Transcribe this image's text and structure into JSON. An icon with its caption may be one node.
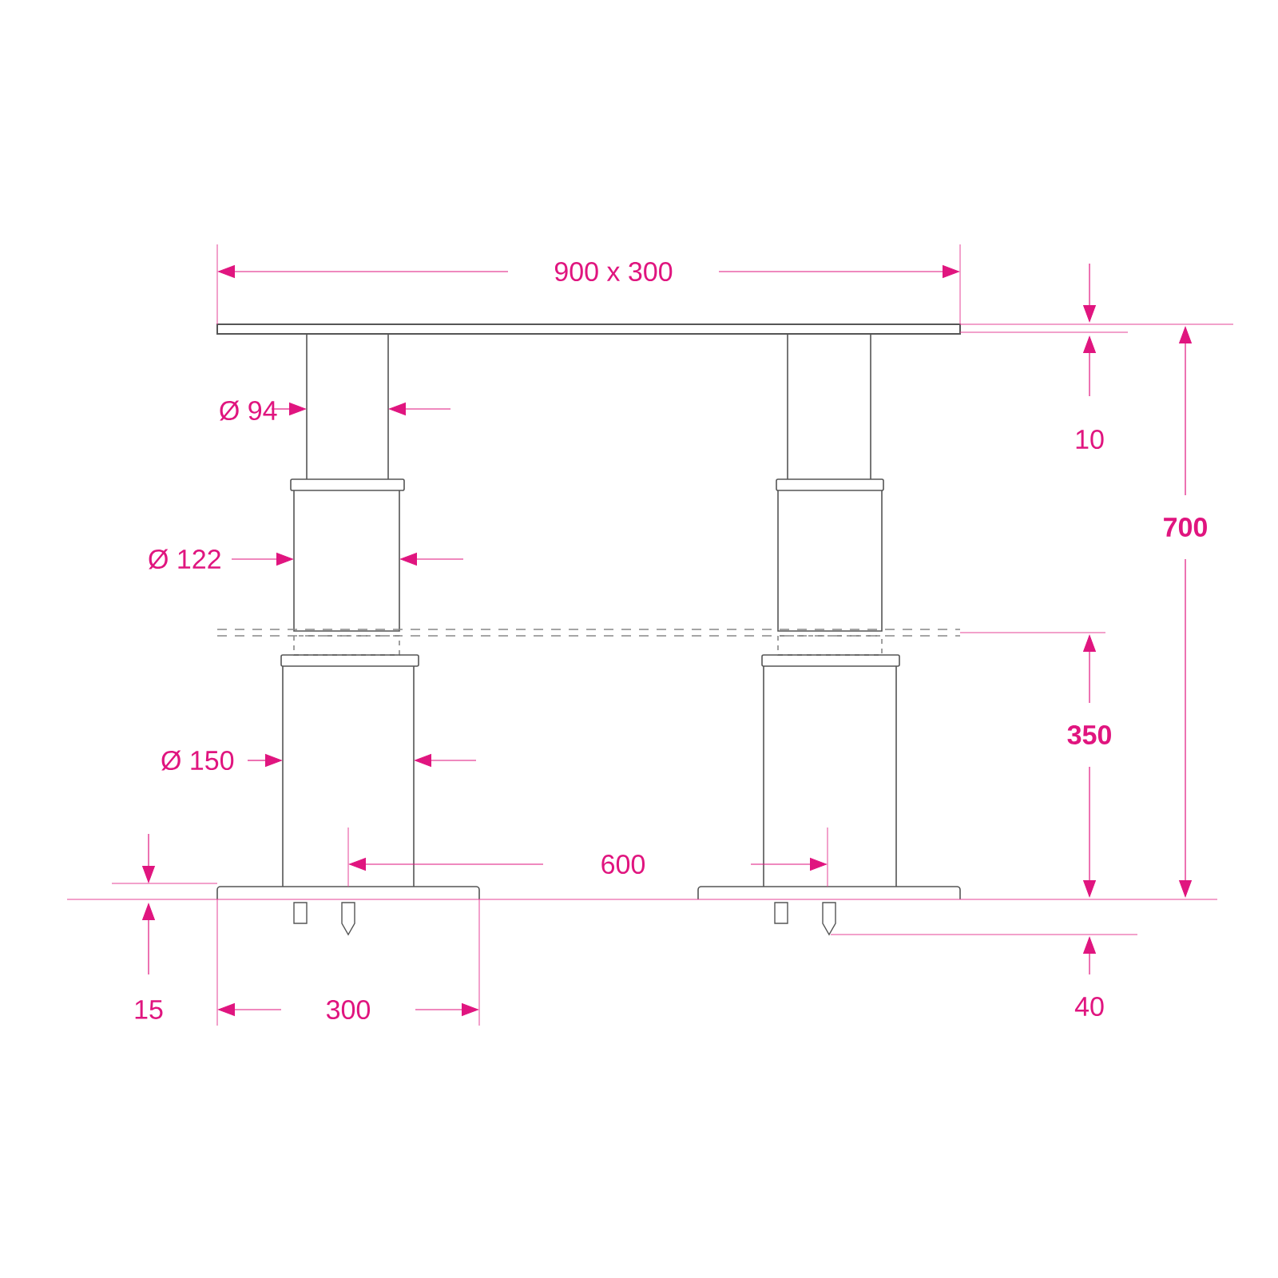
{
  "diagram": {
    "labels": [
      "900 x 300",
      "Ø 94",
      "10",
      "700",
      "Ø 122",
      "350",
      "Ø 150",
      "600",
      "15",
      "300",
      "40"
    ]
  }
}
